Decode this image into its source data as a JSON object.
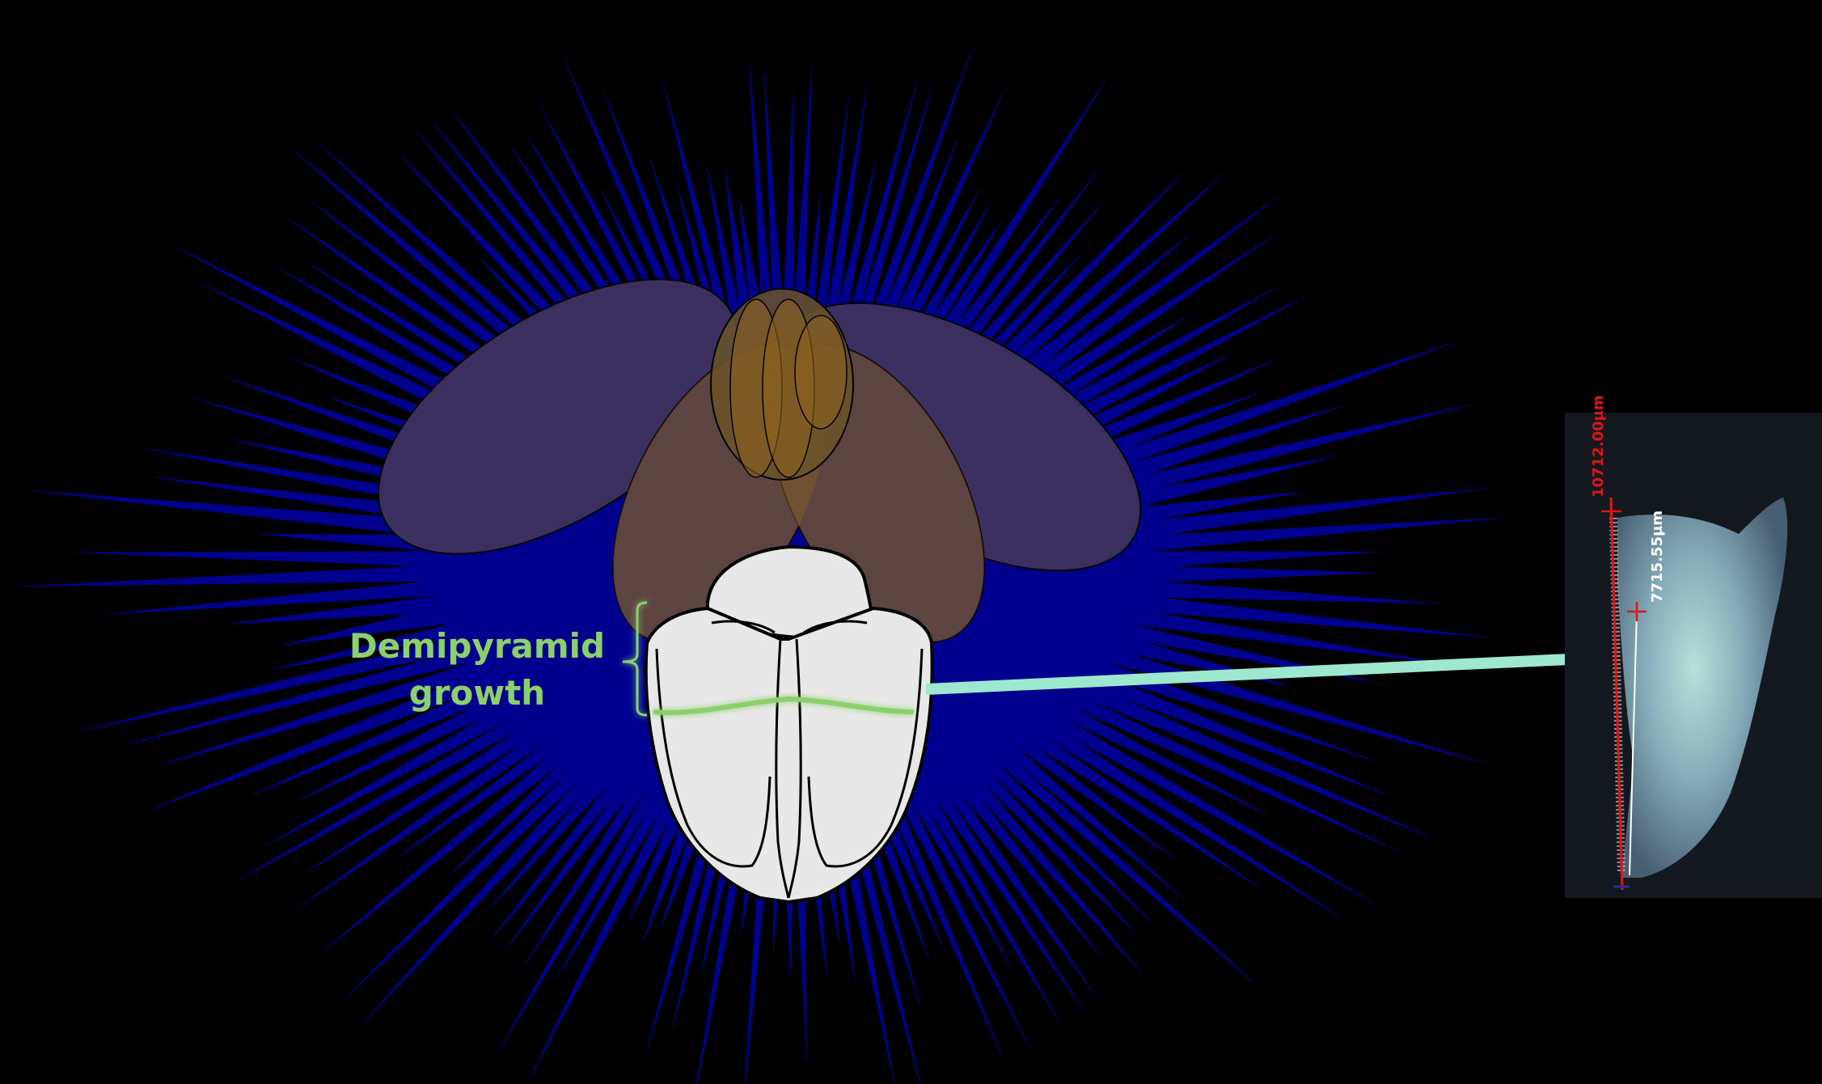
{
  "colors": {
    "background": "#000000",
    "urchin_blue": "#00008f",
    "lobe_fill": "#3a2f5e",
    "overlap_fill": "#7a5520",
    "jaw_fill": "#e8e8e8",
    "growth_green": "#8bd06b",
    "arrow": "#9ee8d0",
    "measure_red": "#e01414"
  },
  "labels": {
    "growth_line1": "Demipyramid",
    "growth_line2": "growth"
  },
  "photo": {
    "total_length": "10712.00µm",
    "partial_length": "7715.55µm"
  }
}
